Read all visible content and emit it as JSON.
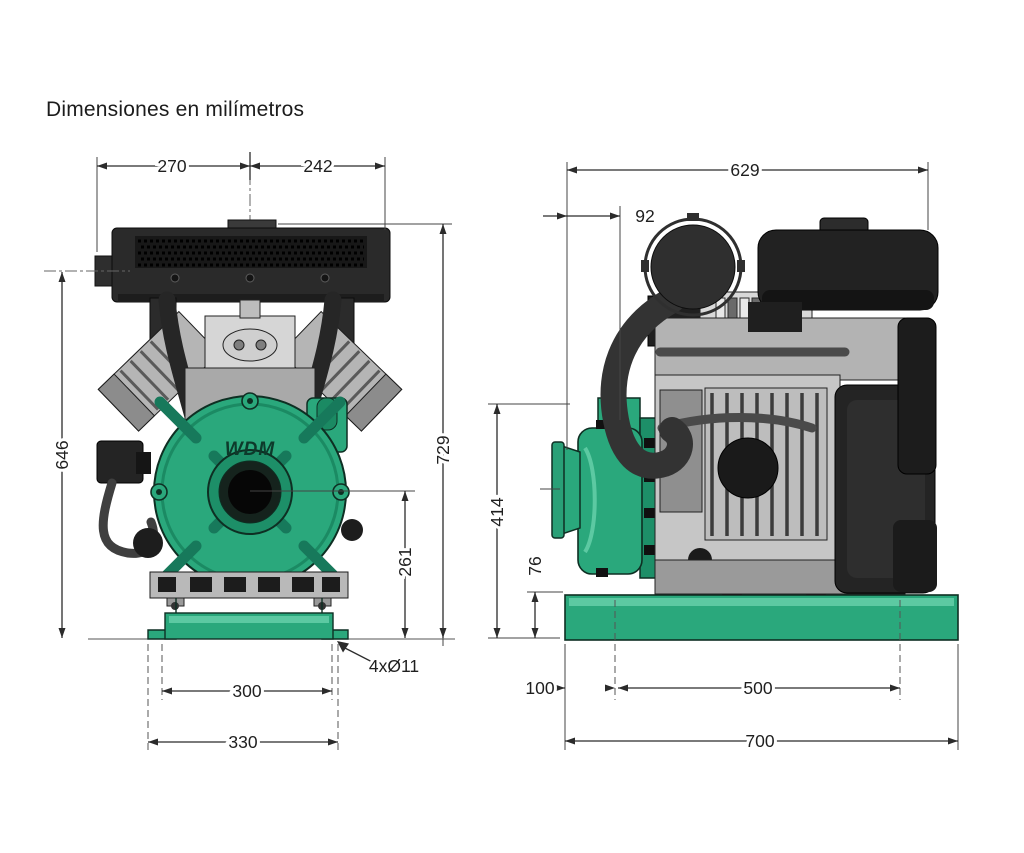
{
  "title": "Dimensiones en milímetros",
  "brand_logo": "WDM",
  "colors": {
    "pump_green": "#2aa87c",
    "pump_green_dark": "#1b8a63",
    "pump_green_light": "#5cc9a2",
    "machine_black": "#242424",
    "machine_gray": "#c0c0c0",
    "dimension_line": "#2b2b2b"
  },
  "front_view": {
    "label": "front-view",
    "dims": {
      "width_left_of_center": "270",
      "width_right_of_center": "242",
      "height_overall": "729",
      "height_to_muffler": "646",
      "pump_center_height": "261",
      "bolt_spacing": "300",
      "base_width": "330",
      "mounting_holes": "4xØ11"
    }
  },
  "side_view": {
    "label": "side-view",
    "dims": {
      "length_overall": "629",
      "suction_offset": "92",
      "discharge_height": "414",
      "base_height": "76",
      "edge_to_bolt": "100",
      "bolt_spacing": "500",
      "base_length": "700"
    }
  }
}
